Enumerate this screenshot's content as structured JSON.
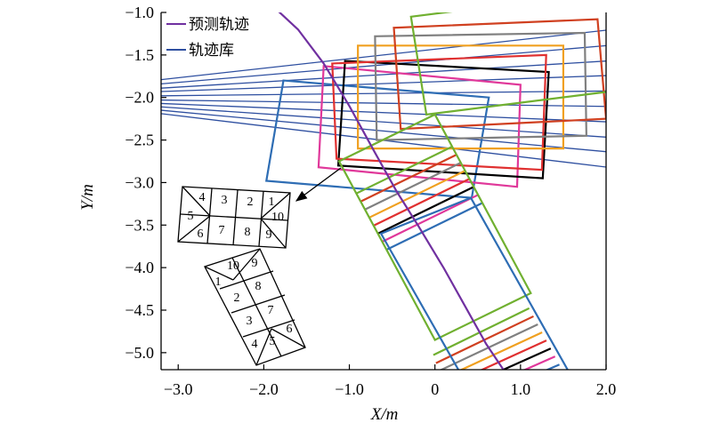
{
  "chart_data": {
    "type": "line",
    "title": "",
    "xlabel": "X/m",
    "ylabel": "Y/m",
    "xlim": [
      -3.2,
      2.0
    ],
    "ylim": [
      -5.2,
      -1.0
    ],
    "x_ticks": [
      -3.0,
      -2.0,
      -1.0,
      0,
      1.0,
      2.0
    ],
    "x_tick_labels": [
      "−3.0",
      "−2.0",
      "−1.0",
      "0",
      "1.0",
      "2.0"
    ],
    "y_ticks": [
      -1.0,
      -1.5,
      -2.0,
      -2.5,
      -3.0,
      -3.5,
      -4.0,
      -4.5,
      -5.0
    ],
    "y_tick_labels": [
      "−1.0",
      "−1.5",
      "−2.0",
      "−2.5",
      "−3.0",
      "−3.5",
      "−4.0",
      "−4.5",
      "−5.0"
    ],
    "legend": {
      "position": "top-left",
      "items": [
        {
          "label": "预测轨迹",
          "color": "#7030a0"
        },
        {
          "label": "轨迹库",
          "color": "#2e4fa0"
        }
      ]
    },
    "predicted_trajectory": {
      "name": "预测轨迹",
      "color": "#7030a0",
      "points": [
        [
          -1.9,
          -0.92
        ],
        [
          -1.6,
          -1.2
        ],
        [
          -1.3,
          -1.6
        ],
        [
          -1.0,
          -2.1
        ],
        [
          -0.7,
          -2.65
        ],
        [
          -0.45,
          -3.1
        ],
        [
          -0.2,
          -3.5
        ],
        [
          0.1,
          -4.0
        ],
        [
          0.35,
          -4.45
        ],
        [
          0.6,
          -4.9
        ],
        [
          0.8,
          -5.2
        ]
      ]
    },
    "trajectory_library": {
      "name": "轨迹库",
      "color": "#2e4fa0",
      "lines": [
        {
          "start": [
            -3.2,
            -1.79
          ],
          "end": [
            2.35,
            -1.17
          ]
        },
        {
          "start": [
            -3.2,
            -1.84
          ],
          "end": [
            2.35,
            -1.36
          ]
        },
        {
          "start": [
            -3.2,
            -1.89
          ],
          "end": [
            2.35,
            -1.55
          ]
        },
        {
          "start": [
            -3.2,
            -1.93
          ],
          "end": [
            2.35,
            -1.73
          ]
        },
        {
          "start": [
            -3.2,
            -1.98
          ],
          "end": [
            2.35,
            -1.92
          ]
        },
        {
          "start": [
            -3.2,
            -2.03
          ],
          "end": [
            2.35,
            -2.11
          ]
        },
        {
          "start": [
            -3.2,
            -2.07
          ],
          "end": [
            2.35,
            -2.3
          ]
        },
        {
          "start": [
            -3.2,
            -2.11
          ],
          "end": [
            2.35,
            -2.49
          ]
        },
        {
          "start": [
            -3.2,
            -2.15
          ],
          "end": [
            2.35,
            -2.67
          ]
        },
        {
          "start": [
            -3.2,
            -2.19
          ],
          "end": [
            2.35,
            -2.86
          ]
        }
      ]
    },
    "vehicle_boxes": [
      {
        "color": "#2e6db4",
        "corners": [
          [
            -1.77,
            -1.8
          ],
          [
            0.63,
            -2.0
          ],
          [
            0.43,
            -3.18
          ],
          [
            -1.97,
            -2.98
          ]
        ]
      },
      {
        "color": "#e0389a",
        "corners": [
          [
            -1.3,
            -1.63
          ],
          [
            1.0,
            -1.85
          ],
          [
            0.96,
            -3.05
          ],
          [
            -1.36,
            -2.82
          ]
        ]
      },
      {
        "color": "#000000",
        "corners": [
          [
            -1.05,
            -1.57
          ],
          [
            1.33,
            -1.7
          ],
          [
            1.26,
            -2.95
          ],
          [
            -1.13,
            -2.8
          ]
        ]
      },
      {
        "color": "#e03030",
        "corners": [
          [
            -1.2,
            -1.6
          ],
          [
            1.3,
            -1.5
          ],
          [
            1.25,
            -2.85
          ],
          [
            -1.15,
            -2.72
          ]
        ]
      },
      {
        "color": "#f0a020",
        "corners": [
          [
            -0.9,
            -1.39
          ],
          [
            1.5,
            -1.39
          ],
          [
            1.5,
            -2.6
          ],
          [
            -0.9,
            -2.6
          ]
        ]
      },
      {
        "color": "#808080",
        "corners": [
          [
            -0.7,
            -1.28
          ],
          [
            1.75,
            -1.24
          ],
          [
            1.77,
            -2.45
          ],
          [
            -0.68,
            -2.5
          ]
        ]
      },
      {
        "color": "#d04020",
        "corners": [
          [
            -0.48,
            -1.18
          ],
          [
            1.9,
            -1.08
          ],
          [
            2.0,
            -2.25
          ],
          [
            -0.4,
            -2.37
          ]
        ]
      },
      {
        "color": "#70b030",
        "corners": [
          [
            -0.28,
            -1.05
          ],
          [
            2.1,
            -0.75
          ],
          [
            2.28,
            -1.9
          ],
          [
            -0.1,
            -2.2
          ]
        ]
      }
    ],
    "corridor": {
      "side_lines": [
        {
          "color": "#70b030",
          "points": [
            [
              -1.12,
              -2.75
            ],
            [
              0.0,
              -2.2
            ],
            [
              1.12,
              -4.3
            ]
          ]
        },
        {
          "color": "#70b030",
          "points": [
            [
              -1.12,
              -2.75
            ],
            [
              0.0,
              -4.85
            ]
          ]
        }
      ],
      "end_boxes": [
        {
          "color": "#70b030",
          "corners": [
            [
              -1.12,
              -2.75
            ],
            [
              0.0,
              -2.2
            ],
            [
              1.12,
              -4.3
            ],
            [
              0.0,
              -4.85
            ]
          ]
        },
        {
          "color": "#2e6db4",
          "corners": [
            [
              -0.63,
              -3.6
            ],
            [
              0.42,
              -3.18
            ],
            [
              1.55,
              -5.2
            ],
            [
              0.5,
              -5.6
            ]
          ]
        }
      ],
      "stripes": [
        {
          "color": "#70b030",
          "y_top": -2.84,
          "y_bot": -4.85
        },
        {
          "color": "#d04020",
          "y_top": -2.94,
          "y_bot": -4.96
        },
        {
          "color": "#808080",
          "y_top": -3.04,
          "y_bot": -5.06
        },
        {
          "color": "#f0a020",
          "y_top": -3.14,
          "y_bot": -5.16
        },
        {
          "color": "#e03030",
          "y_top": -3.24,
          "y_bot": -5.26
        },
        {
          "color": "#000000",
          "y_top": -3.34,
          "y_bot": -5.36
        },
        {
          "color": "#e0389a",
          "y_top": -3.44,
          "y_bot": -5.46
        },
        {
          "color": "#2e6db4",
          "y_top": -3.54,
          "y_bot": -5.56
        }
      ]
    },
    "grid_top": {
      "description_numbers": [
        "4",
        "3",
        "2",
        "1",
        "5",
        "10",
        "6",
        "7",
        "8",
        "9"
      ]
    },
    "grid_bottom": {
      "description_numbers": [
        "10",
        "9",
        "1",
        "2",
        "8",
        "3",
        "7",
        "4",
        "5",
        "6"
      ]
    },
    "grid": false
  }
}
